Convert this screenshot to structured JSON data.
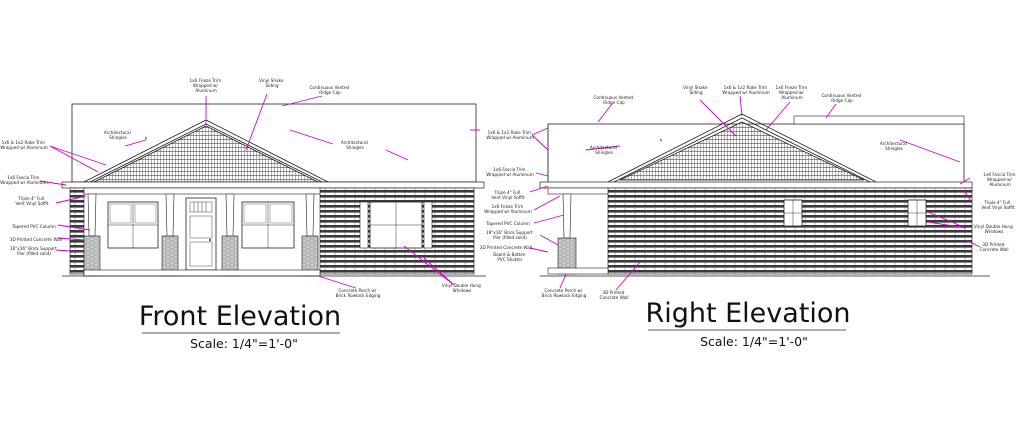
{
  "front": {
    "title": "Front Elevation",
    "scale": "Scale: 1/4\"=1'-0\"",
    "notes": {
      "frieze_trim": [
        "1x6 Frieze Trim",
        "Wrapped w/",
        "Aluminum"
      ],
      "vinyl_shake": [
        "Vinyl Shake",
        "Siding"
      ],
      "ridge_cap": [
        "Continuous Vented",
        "Ridge Cap"
      ],
      "shingles_left": [
        "Architectural",
        "Shingles"
      ],
      "shingles_right": [
        "Architectural",
        "Shingles"
      ],
      "rake_trim": [
        "1x6 & 1x2 Rake Trim",
        "Wrapped w/ Aluminum"
      ],
      "fascia_trim": [
        "1x6 Fascia Trim",
        "Wrapped w/ Aluminum"
      ],
      "soffit": [
        "Triple 4\" Full",
        "Vent Vinyl Soffit"
      ],
      "pvc_column": "Tapered PVC Column",
      "concrete_wall": "3D Printed Concrete Wall",
      "brick_pier": [
        "16\"x16\" Brick Support",
        "Pier (filled solid)"
      ],
      "porch": [
        "Concrete Porch w/",
        "Brick Rowlock Edging"
      ],
      "shutter": [
        "Board & Batten",
        "PVC Shutter"
      ],
      "window": [
        "Vinyl Double Hung",
        "Windows"
      ]
    }
  },
  "right": {
    "title": "Right Elevation",
    "scale": "Scale: 1/4\"=1'-0\"",
    "notes": {
      "rake_trim": [
        "1x6 & 1x2 Rake Trim",
        "Wrapped w/ Aluminum"
      ],
      "ridge_cap": [
        "Continuous Vented",
        "Ridge Cap"
      ],
      "vinyl_shake": [
        "Vinyl Shake",
        "Siding"
      ],
      "rake_trim_top": [
        "1x6 & 1x2 Rake Trim",
        "Wrapped w/ Aluminum"
      ],
      "frieze_trim": [
        "1x6 Frieze Trim",
        "Wrapped w/",
        "Aluminum"
      ],
      "ridge_cap_right": [
        "Continuous Vented",
        "Ridge Cap"
      ],
      "shingles_left": [
        "Architectural",
        "Shingles"
      ],
      "shingles_right": [
        "Architectural",
        "Shingles"
      ],
      "fascia_trim": [
        "1x6 Fascia Trim",
        "Wrapped w/ Aluminum"
      ],
      "fascia_trim_right": [
        "1x6 Fascia Trim",
        "Wrapped w/",
        "Aluminum"
      ],
      "soffit": [
        "Triple 4\" Full",
        "Vent Vinyl Soffit"
      ],
      "soffit_right": [
        "Triple 4\" Full",
        "Vent Vinyl Soffit"
      ],
      "frieze_trim_lower": [
        "1x6 Frieze Trim",
        "Wrapped w/ Aluminum"
      ],
      "pvc_column": "Tapered PVC Column",
      "brick_pier": [
        "16\"x16\" Brick Support",
        "Pier (filled solid)"
      ],
      "concrete_wall": "3D Printed Concrete Wall",
      "porch": [
        "Concrete Porch w/",
        "Brick Rowlock Edging"
      ],
      "concrete_wall_bottom": [
        "3D Printed",
        "Concrete Wall"
      ],
      "window": [
        "Vinyl Double Hung",
        "Windows"
      ],
      "concrete_wall_right": [
        "3D Printed",
        "Concrete Wall"
      ]
    }
  }
}
